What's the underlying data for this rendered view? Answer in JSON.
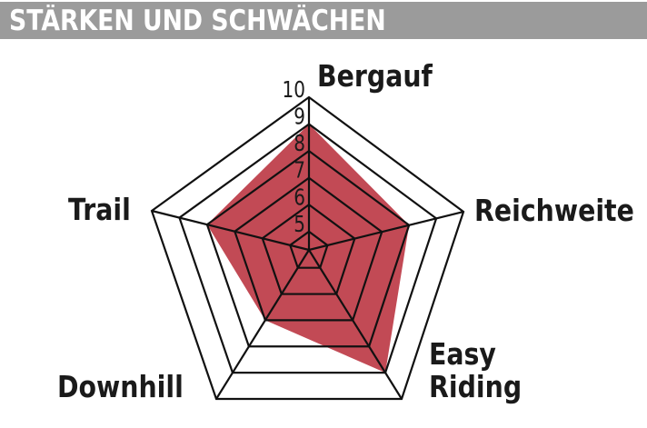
{
  "header": {
    "title": "STÄRKEN UND SCHWÄCHEN",
    "background_color": "#9b9b9b",
    "text_color": "#ffffff"
  },
  "chart_data": {
    "type": "radar",
    "title": "STÄRKEN UND SCHWÄCHEN",
    "axes": [
      "Bergauf",
      "Reichweite",
      "Easy Riding",
      "Downhill",
      "Trail"
    ],
    "values": [
      9,
      8,
      9,
      7,
      8
    ],
    "scale": {
      "min": 5,
      "max": 10,
      "ticks": [
        5,
        6,
        7,
        8,
        9,
        10
      ]
    },
    "fill_color": "#c24a55",
    "grid_color": "#111111",
    "grid": true,
    "legend": null
  },
  "labels": {
    "bergauf": "Bergauf",
    "reichweite": "Reichweite",
    "easy": "Easy",
    "riding": "Riding",
    "downhill": "Downhill",
    "trail": "Trail"
  }
}
